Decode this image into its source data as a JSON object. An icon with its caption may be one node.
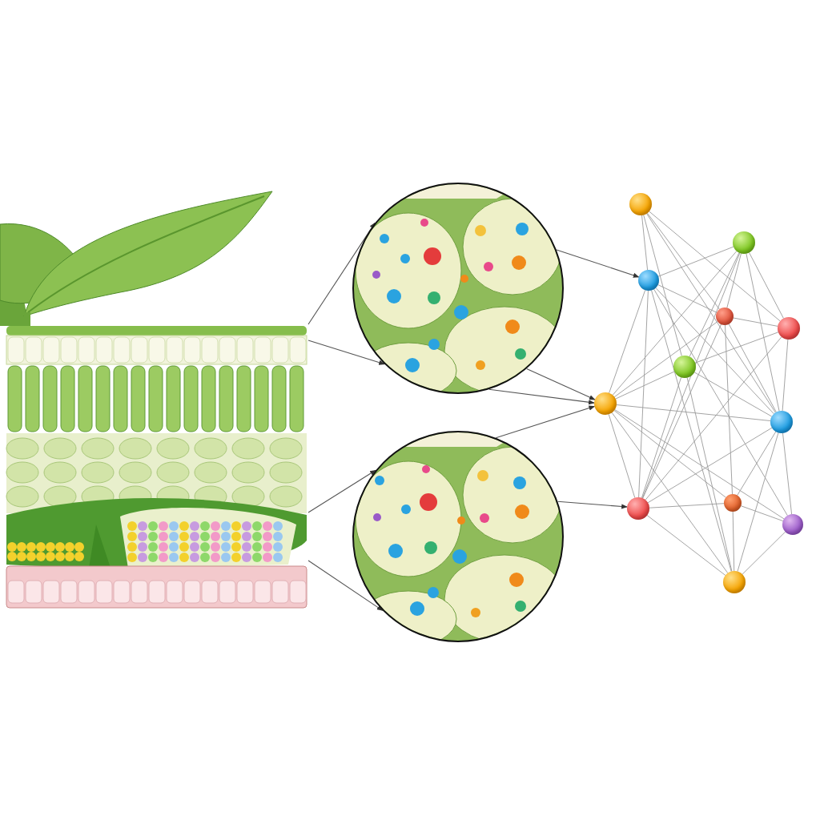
{
  "diagram": {
    "nodes": [
      {
        "text": [],
        "shape": "picture"
      },
      {
        "text": [],
        "shape": "picture"
      },
      {
        "text": [],
        "shape": "picture"
      },
      {
        "text": [],
        "shape": "circle"
      },
      {
        "text": [],
        "shape": "circle"
      },
      {
        "text": [],
        "shape": "circle"
      },
      {
        "text": [],
        "shape": "circle"
      },
      {
        "text": [],
        "shape": "circle"
      },
      {
        "text": [],
        "shape": "circle"
      },
      {
        "text": [],
        "shape": "circle"
      },
      {
        "text": [],
        "shape": "circle"
      },
      {
        "text": [],
        "shape": "circle"
      },
      {
        "text": [],
        "shape": "circle"
      },
      {
        "text": [],
        "shape": "circle"
      },
      {
        "text": [],
        "shape": "circle"
      }
    ],
    "edges": [
      {
        "from": 0,
        "to": 1,
        "arrow": "to"
      },
      {
        "from": 0,
        "to": 1,
        "arrow": "to"
      },
      {
        "from": 0,
        "to": 2,
        "arrow": "to"
      },
      {
        "from": 0,
        "to": 2,
        "arrow": "to"
      },
      {
        "from": 1,
        "to": 5,
        "arrow": "to"
      },
      {
        "from": 1,
        "to": 9,
        "arrow": "to"
      },
      {
        "from": 1,
        "to": 9,
        "arrow": "to"
      },
      {
        "from": 2,
        "to": 9,
        "arrow": "to"
      },
      {
        "from": 2,
        "to": 11,
        "arrow": "to"
      },
      {
        "from": 3,
        "to": 5,
        "arrow": "none"
      },
      {
        "from": 3,
        "to": 6,
        "arrow": "none"
      },
      {
        "from": 3,
        "to": 7,
        "arrow": "none"
      },
      {
        "from": 3,
        "to": 10,
        "arrow": "none"
      },
      {
        "from": 3,
        "to": 8,
        "arrow": "none"
      },
      {
        "from": 4,
        "to": 5,
        "arrow": "none"
      },
      {
        "from": 4,
        "to": 9,
        "arrow": "none"
      },
      {
        "from": 4,
        "to": 6,
        "arrow": "none"
      },
      {
        "from": 4,
        "to": 8,
        "arrow": "none"
      },
      {
        "from": 4,
        "to": 10,
        "arrow": "none"
      },
      {
        "from": 4,
        "to": 11,
        "arrow": "none"
      },
      {
        "from": 4,
        "to": 7,
        "arrow": "none"
      },
      {
        "from": 5,
        "to": 9,
        "arrow": "none"
      },
      {
        "from": 5,
        "to": 11,
        "arrow": "none"
      },
      {
        "from": 5,
        "to": 6,
        "arrow": "none"
      },
      {
        "from": 5,
        "to": 10,
        "arrow": "none"
      },
      {
        "from": 5,
        "to": 14,
        "arrow": "none"
      },
      {
        "from": 5,
        "to": 13,
        "arrow": "none"
      },
      {
        "from": 6,
        "to": 7,
        "arrow": "none"
      },
      {
        "from": 6,
        "to": 9,
        "arrow": "none"
      },
      {
        "from": 6,
        "to": 11,
        "arrow": "none"
      },
      {
        "from": 6,
        "to": 12,
        "arrow": "none"
      },
      {
        "from": 6,
        "to": 10,
        "arrow": "none"
      },
      {
        "from": 7,
        "to": 8,
        "arrow": "none"
      },
      {
        "from": 7,
        "to": 10,
        "arrow": "none"
      },
      {
        "from": 7,
        "to": 11,
        "arrow": "none"
      },
      {
        "from": 8,
        "to": 9,
        "arrow": "none"
      },
      {
        "from": 8,
        "to": 11,
        "arrow": "none"
      },
      {
        "from": 8,
        "to": 14,
        "arrow": "none"
      },
      {
        "from": 8,
        "to": 10,
        "arrow": "none"
      },
      {
        "from": 9,
        "to": 10,
        "arrow": "none"
      },
      {
        "from": 9,
        "to": 11,
        "arrow": "none"
      },
      {
        "from": 9,
        "to": 12,
        "arrow": "none"
      },
      {
        "from": 9,
        "to": 14,
        "arrow": "none"
      },
      {
        "from": 9,
        "to": 13,
        "arrow": "none"
      },
      {
        "from": 10,
        "to": 11,
        "arrow": "none"
      },
      {
        "from": 10,
        "to": 12,
        "arrow": "none"
      },
      {
        "from": 10,
        "to": 13,
        "arrow": "none"
      },
      {
        "from": 10,
        "to": 14,
        "arrow": "none"
      },
      {
        "from": 11,
        "to": 12,
        "arrow": "none"
      },
      {
        "from": 11,
        "to": 14,
        "arrow": "none"
      },
      {
        "from": 12,
        "to": 13,
        "arrow": "none"
      },
      {
        "from": 12,
        "to": 14,
        "arrow": "none"
      },
      {
        "from": 13,
        "to": 14,
        "arrow": "none"
      }
    ]
  }
}
